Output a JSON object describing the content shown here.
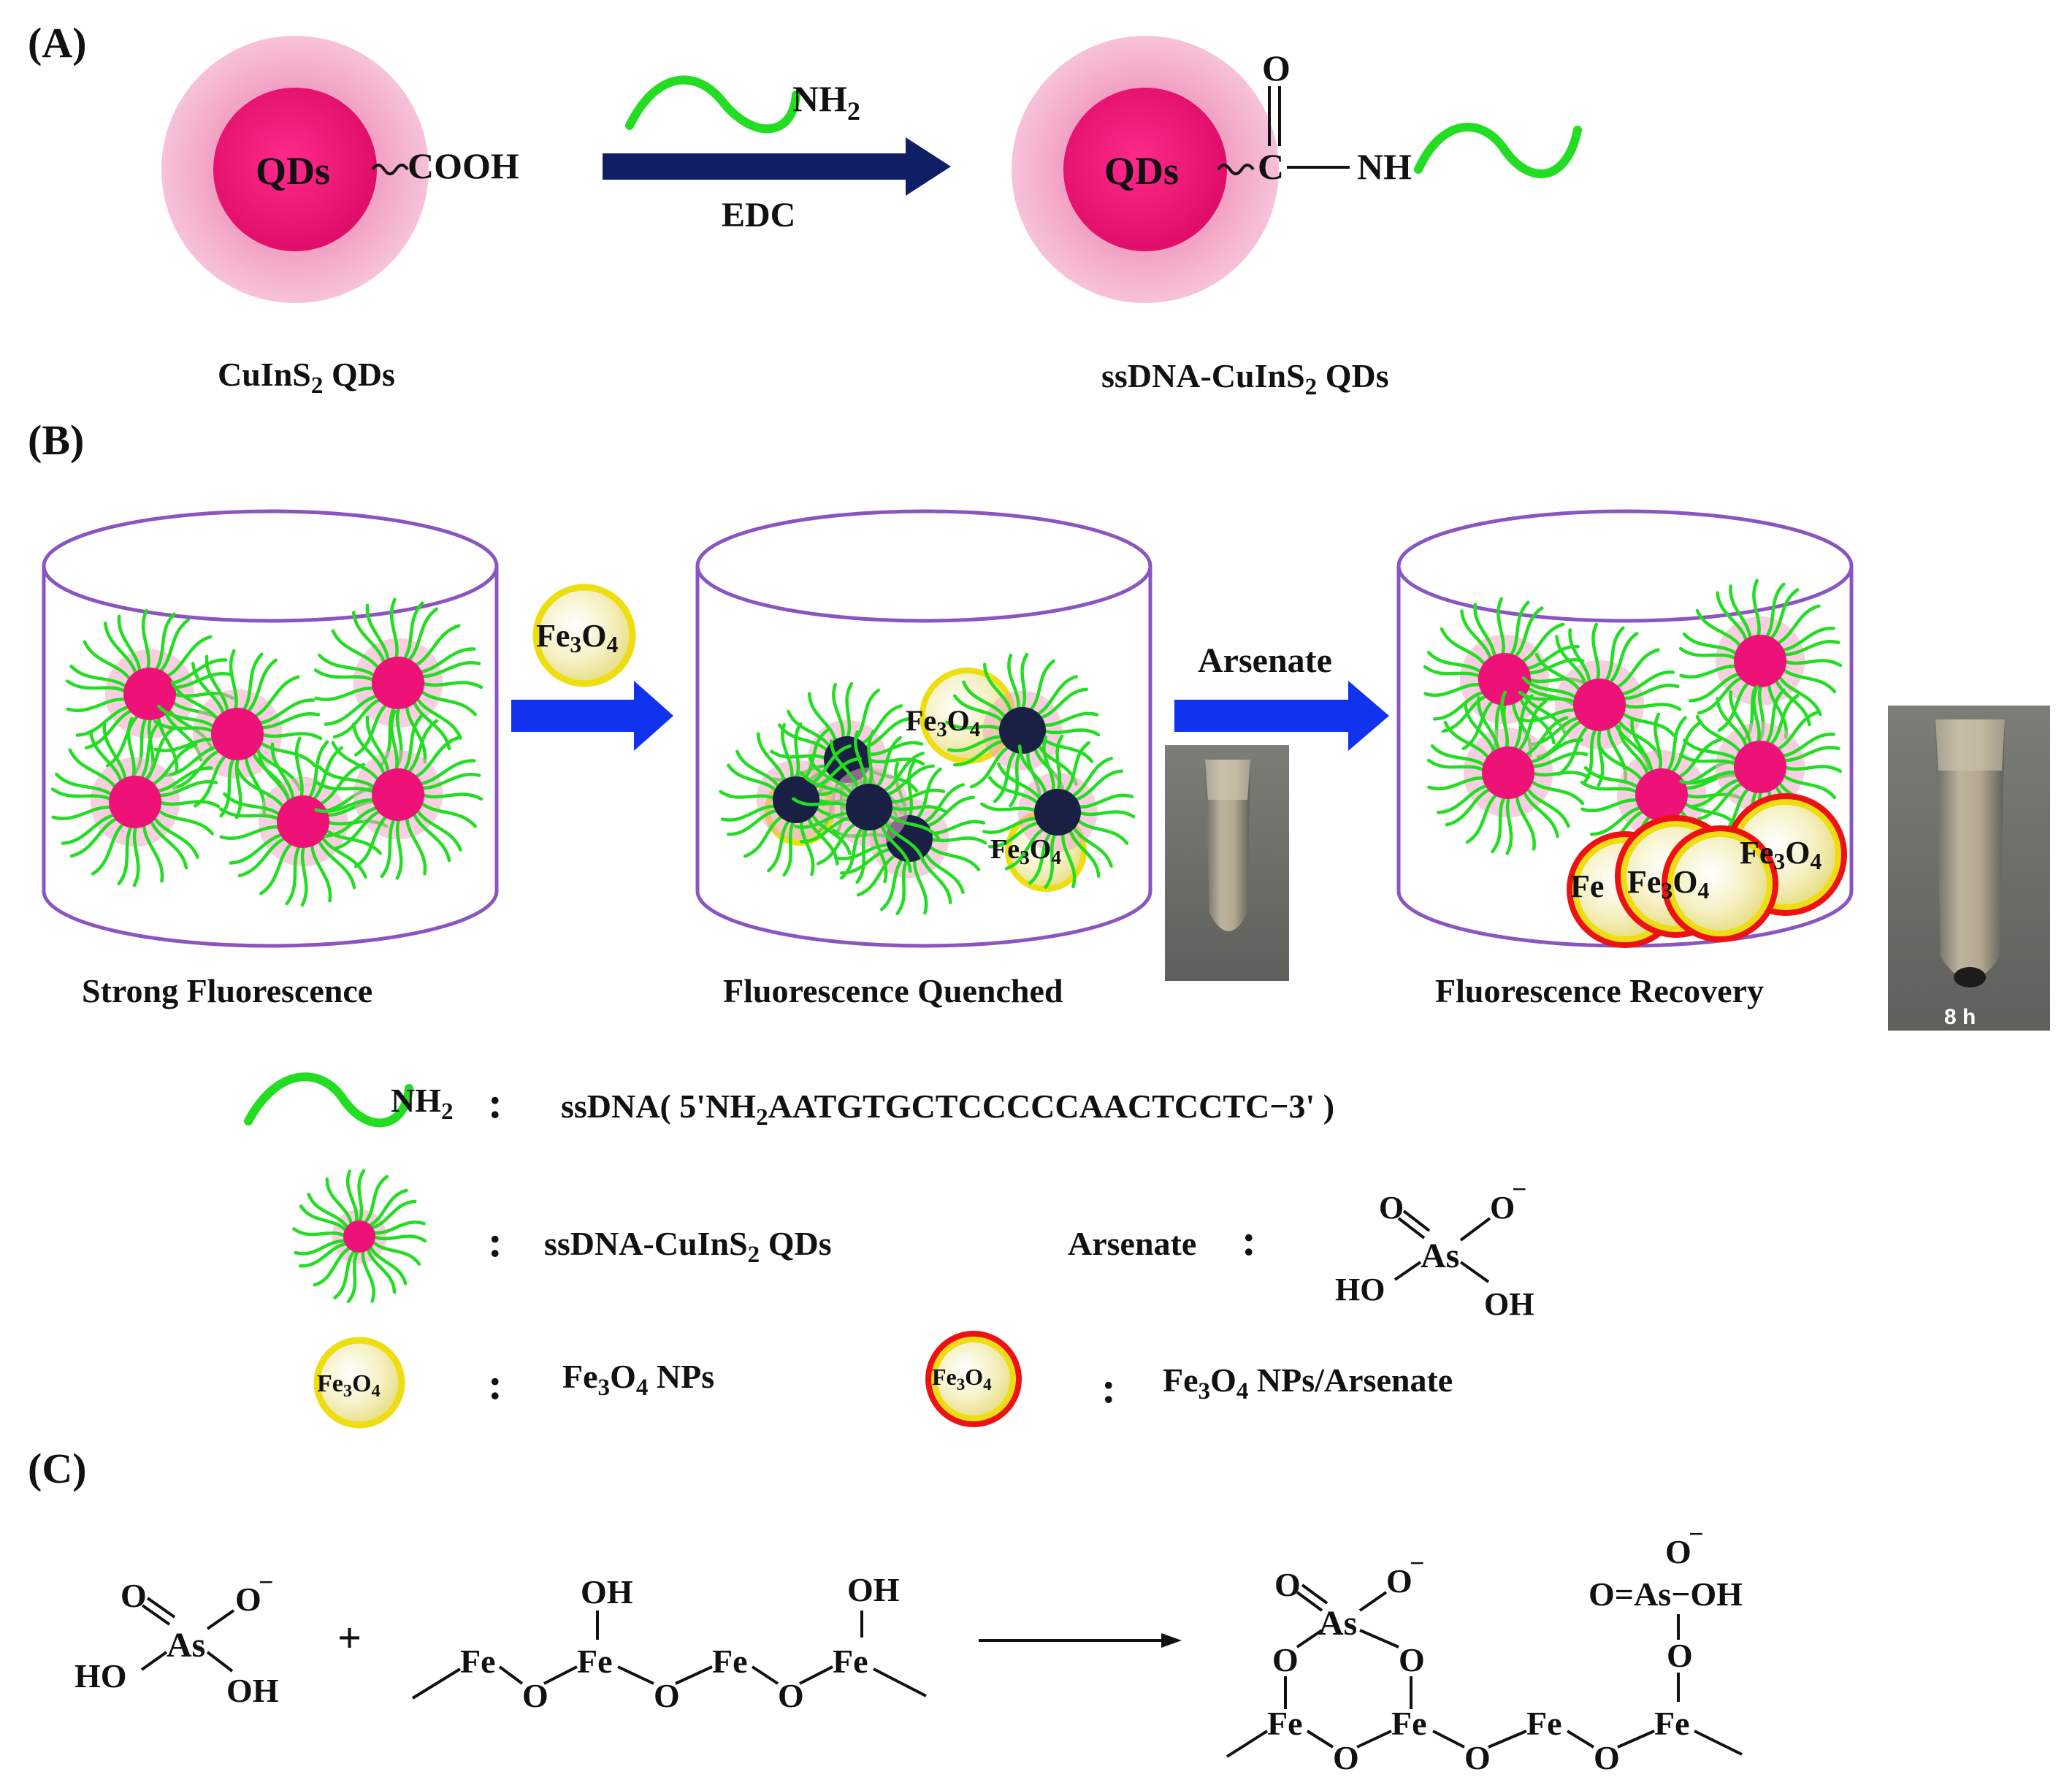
{
  "colors": {
    "qd_core": "#ee1177",
    "qd_shell": "#f3a8c8",
    "dna": "#22dd22",
    "arrow_navy": "#0f1f66",
    "arrow_blue": "#1133ee",
    "beaker_outline": "#8a55c0",
    "fe3o4_fill": "#f4f0c6",
    "fe3o4_ring": "#eedd11",
    "arsenate_ring": "#ee1111",
    "quenched_core": "#1a1f44"
  },
  "panel_a": {
    "label": "(A)",
    "qd_label": "QDs",
    "cooh": "COOH",
    "reagent_nh": "NH",
    "reagent_sub": "2",
    "reagent_edc": "EDC",
    "amide_o": "O",
    "amide_c": "C",
    "amide_nh": "NH",
    "caption_left_a": "CuInS",
    "caption_left_sub": "2",
    "caption_left_b": " QDs",
    "caption_right_a": "ssDNA-CuInS",
    "caption_right_sub": "2",
    "caption_right_b": " QDs"
  },
  "panel_b": {
    "label": "(B)",
    "fe": "Fe",
    "fe_sub3": "3",
    "o": "O",
    "fe_sub4": "4",
    "fe_partial": "Fe",
    "arrow2_label": "Arsenate",
    "caption1": "Strong Fluorescence",
    "caption2": "Fluorescence Quenched",
    "caption3": "Fluorescence Recovery",
    "photo_label": "8 h"
  },
  "legend": {
    "nh": "NH",
    "nh_sub": "2",
    "colon": ":",
    "ssdna_a": "ssDNA( 5'NH",
    "ssdna_sub": "2",
    "ssdna_b": "AATGTGCTCCCCCAACTCCTC−3' )",
    "qd_label_a": "ssDNA-CuInS",
    "qd_label_sub": "2",
    "qd_label_b": " QDs",
    "arsenate_label": "Arsenate",
    "np_a": "Fe",
    "np_sub3": "3",
    "np_o": "O",
    "np_sub4": "4",
    "np_b": " NPs",
    "np_ars_b": " NPs/Arsenate",
    "ars_o": "O",
    "ars_om": "O",
    "ars_minus": "−",
    "ars_as": "As",
    "ars_ho": "HO",
    "ars_oh": "OH"
  },
  "panel_c": {
    "label": "(C)",
    "plus": "+",
    "o": "O",
    "om": "O",
    "minus": "−",
    "as": "As",
    "ho": "HO",
    "oh": "OH",
    "fe": "Fe",
    "bridge_o": "O",
    "as_oh_right": "−OH",
    "o_eq": "O=",
    "as2": "As"
  }
}
